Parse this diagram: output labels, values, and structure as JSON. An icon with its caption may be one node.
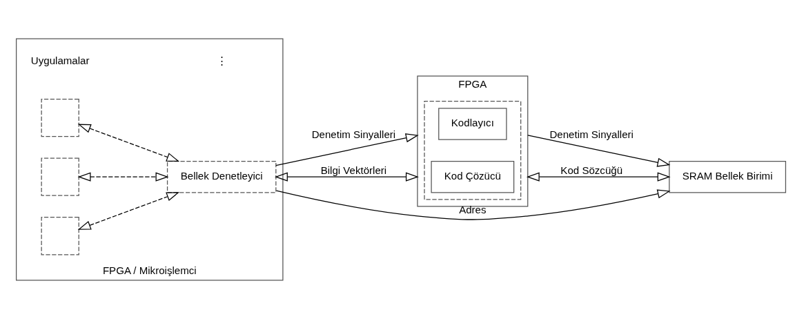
{
  "diagram": {
    "nodes": [
      {
        "text": [
          "FPGA / Mikroişlemci"
        ]
      },
      {
        "text": [],
        "shape": "box",
        "in": 0
      },
      {
        "text": [],
        "shape": "box",
        "in": 0
      },
      {
        "text": [],
        "shape": "box",
        "in": 0
      },
      {
        "text": [
          "Bellek Denetleyici"
        ],
        "in": 0
      },
      {
        "text": [
          "FPGA"
        ]
      },
      {
        "text": [],
        "shape": "box",
        "in": 5
      },
      {
        "text": [
          "Kodlayıcı"
        ],
        "in": 6
      },
      {
        "text": [
          "Kod Çözücü"
        ],
        "in": 6
      },
      {
        "text": [
          "SRAM Bellek Birimi"
        ]
      }
    ],
    "edges": [
      {
        "from": 1,
        "to": 4,
        "arrow": "both",
        "style": "dashed"
      },
      {
        "from": 2,
        "to": 4,
        "arrow": "both",
        "style": "dashed"
      },
      {
        "from": 3,
        "to": 4,
        "arrow": "both",
        "style": "dashed"
      },
      {
        "from": 4,
        "to": 5,
        "arrow": "to",
        "label": "Denetim Sinyalleri"
      },
      {
        "from": 4,
        "to": 5,
        "arrow": "both",
        "label": "Bilgi Vektörleri"
      },
      {
        "from": 4,
        "to": 9,
        "arrow": "to",
        "label": "Adres"
      },
      {
        "from": 5,
        "to": 9,
        "arrow": "to",
        "label": "Denetim Sinyalleri"
      },
      {
        "from": 5,
        "to": 9,
        "arrow": "both",
        "label": "Kod Sözcüğü"
      }
    ],
    "labels": [
      "Uygulamalar",
      "⋮"
    ]
  }
}
